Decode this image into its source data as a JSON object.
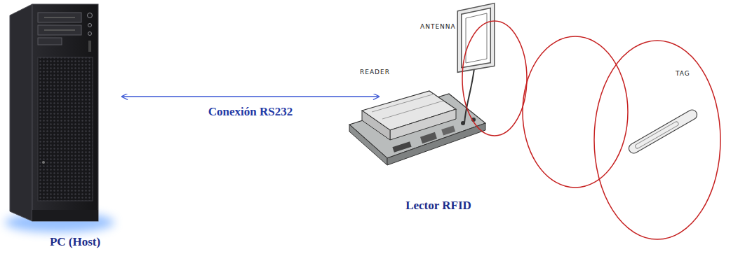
{
  "diagram": {
    "nodes": [
      {
        "text": [
          "PC (Host)"
        ]
      },
      {
        "text": [
          "Lector RFID"
        ]
      }
    ],
    "edges": [
      {
        "from": 0,
        "to": 1,
        "arrow": "both",
        "label": "Conexión RS232"
      }
    ],
    "labels": [
      "READER",
      "ANTENNA",
      "TAG"
    ]
  }
}
